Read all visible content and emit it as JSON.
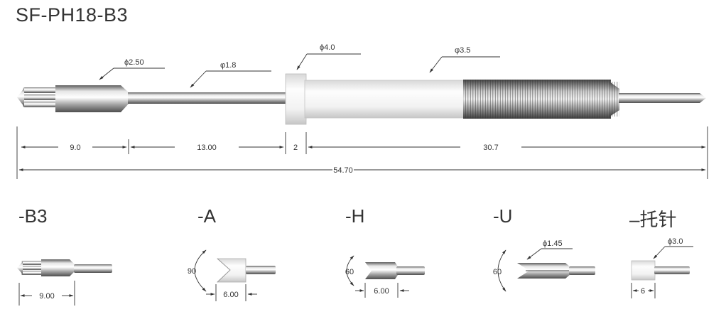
{
  "title": "SF-PH18-B3",
  "main": {
    "callouts": {
      "tip_diameter": "ϕ2.50",
      "shaft_diameter": "φ1.8",
      "collar_diameter": "ϕ4.0",
      "barrel_diameter": "φ3.5"
    },
    "dimensions": {
      "tip_length": "9.0",
      "shaft_length": "13.00",
      "collar_length": "2",
      "barrel_length": "30.7",
      "total_length": "54.70"
    }
  },
  "variants": [
    {
      "code": "-B3",
      "dim": "9.00"
    },
    {
      "code": "-A",
      "angle": "90",
      "dim": "6.00"
    },
    {
      "code": "-H",
      "angle": "60",
      "dim": "6.00"
    },
    {
      "code": "-U",
      "angle": "60",
      "callout": "ϕ1.45"
    },
    {
      "code": "–托针",
      "callout": "ϕ3.0",
      "dim": "6"
    }
  ]
}
